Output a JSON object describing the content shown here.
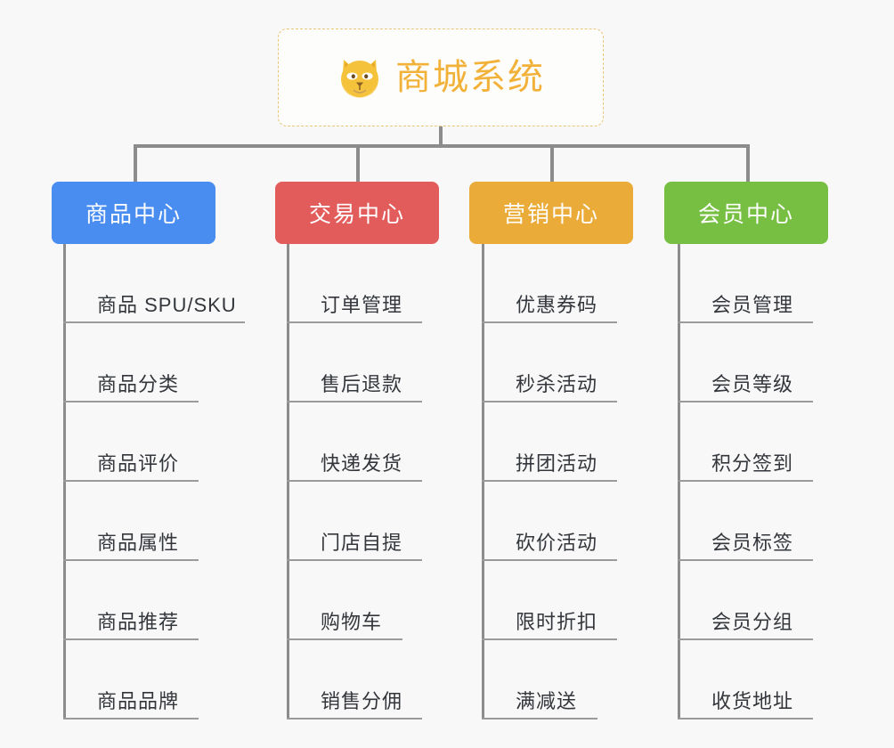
{
  "diagram": {
    "type": "mind-map",
    "background_color": "#f8f8f8",
    "root": {
      "title": "商城系统",
      "icon": "shiba-dog-face-icon",
      "title_color": "#f2b138",
      "border_color": "#edc578"
    },
    "connector_color": "#8c8c8c",
    "branches": [
      {
        "label": "商品中心",
        "color": "#4a8df0",
        "items": [
          "商品 SPU/SKU",
          "商品分类",
          "商品评价",
          "商品属性",
          "商品推荐",
          "商品品牌"
        ]
      },
      {
        "label": "交易中心",
        "color": "#e25c5c",
        "items": [
          "订单管理",
          "售后退款",
          "快递发货",
          "门店自提",
          "购物车",
          "销售分佣"
        ]
      },
      {
        "label": "营销中心",
        "color": "#eaab39",
        "items": [
          "优惠券码",
          "秒杀活动",
          "拼团活动",
          "砍价活动",
          "限时折扣",
          "满减送"
        ]
      },
      {
        "label": "会员中心",
        "color": "#76bf43",
        "items": [
          "会员管理",
          "会员等级",
          "积分签到",
          "会员标签",
          "会员分组",
          "收货地址"
        ]
      }
    ]
  }
}
